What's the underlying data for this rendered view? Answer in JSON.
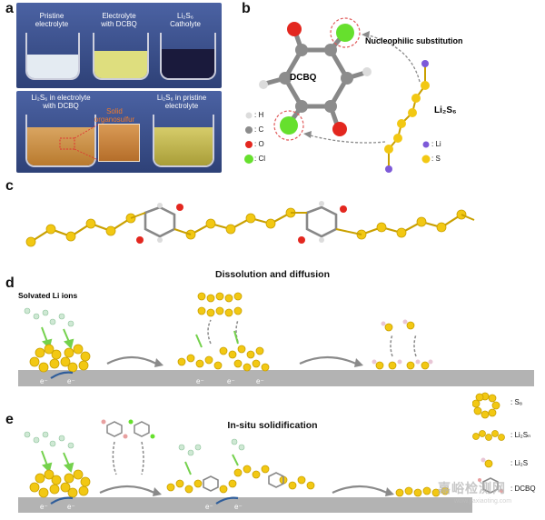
{
  "panels": {
    "a": "a",
    "b": "b",
    "c": "c",
    "d": "d",
    "e": "e"
  },
  "panel_a": {
    "top_labels": [
      [
        "Pristine",
        "electrolyte"
      ],
      [
        "Electrolyte",
        "with DCBQ"
      ],
      [
        "Li₂S₆",
        "Catholyte"
      ]
    ],
    "bottom_left": [
      "Li₂S₆ in electrolyte",
      "with DCBQ"
    ],
    "bottom_mid": [
      "Solid",
      "organosulfur"
    ],
    "bottom_right": [
      "Li₂S₆ in pristine",
      "electrolyte"
    ],
    "colors": {
      "background": "#3b4f86",
      "pristine": "#e4ebf2",
      "dcbq": "#dede7e",
      "catholyte": "#1a1a3c",
      "li2s6_dcbq": "#c58a3e",
      "organosulfur": "#c77d33",
      "li2s6_pristine": "#c9c05a"
    }
  },
  "panel_b": {
    "molecule_label": "DCBQ",
    "reaction_label": "Nucleophilic substitution",
    "polysulfide_label": "Li₂S₆",
    "legend": [
      {
        "symbol": "H",
        "color": "#dcdcdc"
      },
      {
        "symbol": "C",
        "color": "#8c8c8c"
      },
      {
        "symbol": "O",
        "color": "#e3271f"
      },
      {
        "symbol": "Cl",
        "color": "#66e02d"
      }
    ],
    "legend_right": [
      {
        "symbol": "Li",
        "color": "#7d5ad8"
      },
      {
        "symbol": "S",
        "color": "#f2c813"
      }
    ]
  },
  "panel_d": {
    "title": "Dissolution and diffusion",
    "solvated_label": "Solvated Li ions"
  },
  "panel_e": {
    "title": "In-situ solidification"
  },
  "legend_de": [
    {
      "symbol": "S₈"
    },
    {
      "symbol": "Li₂Sₙ"
    },
    {
      "symbol": "Li₂S"
    },
    {
      "symbol": "DCBQ"
    }
  ],
  "electron_label": "e⁻",
  "colors": {
    "sulfur": "#f2c813",
    "sulfur_dark": "#c9a000",
    "li": "#e8c6d6",
    "substrate": "#b3b3b3",
    "arrow_blue": "#2f5d9a",
    "arrow_grey": "#8a8a8a",
    "green_arrow": "#74d14c",
    "dashed_red": "#e05a5a"
  },
  "watermark": {
    "cn": "嘉峪检测网",
    "url": "www.jiaxiaoting.com"
  }
}
